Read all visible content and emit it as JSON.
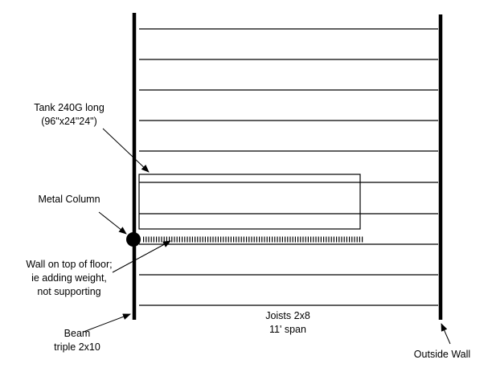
{
  "labels": {
    "tank_line1": "Tank 240G long",
    "tank_line2": "(96\"x24\"24\")",
    "metal_column": "Metal Column",
    "wall_line1": "Wall on top of floor;",
    "wall_line2": "ie adding weight,",
    "wall_line3": "not supporting",
    "beam_line1": "Beam",
    "beam_line2": "triple 2x10",
    "joists_line1": "Joists 2x8",
    "joists_line2": "11' span",
    "outside_wall": "Outside Wall"
  },
  "structure": {
    "joist_count": 10
  },
  "colors": {
    "ink": "#000000",
    "background": "#ffffff"
  }
}
